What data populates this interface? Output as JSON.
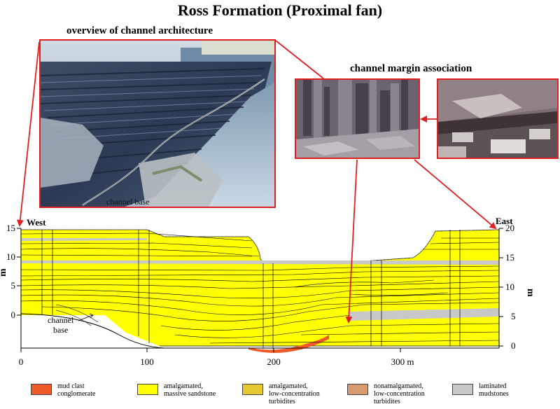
{
  "title": "Ross Formation (Proximal fan)",
  "overview_label": "overview of channel architecture",
  "margin_label": "channel margin association",
  "photo_label_channel_base": "channel base",
  "west_label": "West",
  "east_label": "East",
  "left_axis": {
    "unit": "m",
    "ticks": [
      "15",
      "10",
      "5",
      "0"
    ]
  },
  "right_axis": {
    "unit": "m",
    "ticks": [
      "20",
      "15",
      "10",
      "5",
      "0"
    ]
  },
  "bottom_axis": {
    "ticks": [
      "0",
      "100",
      "200",
      "300 m"
    ]
  },
  "section_label_channel_base": [
    "channel",
    "base"
  ],
  "legend": [
    {
      "label": [
        "mud clast",
        "conglomerate"
      ],
      "color": "#f05a28"
    },
    {
      "label": [
        "amalgamated,",
        "massive sandstone"
      ],
      "color": "#ffff00"
    },
    {
      "label": [
        "amalgamated,",
        "low-concentration",
        "turbidites"
      ],
      "color": "#e6c832"
    },
    {
      "label": [
        "nonamalgamated,",
        "low-concentration",
        "turbidites"
      ],
      "color": "#d89a6e"
    },
    {
      "label": [
        "laminated",
        "mudstones"
      ],
      "color": "#c8c8c8"
    }
  ],
  "colors": {
    "arrow": "#e02020",
    "sandstone": "#ffff00",
    "mudstone": "#c8c8c8",
    "conglomerate": "#f05a28"
  }
}
